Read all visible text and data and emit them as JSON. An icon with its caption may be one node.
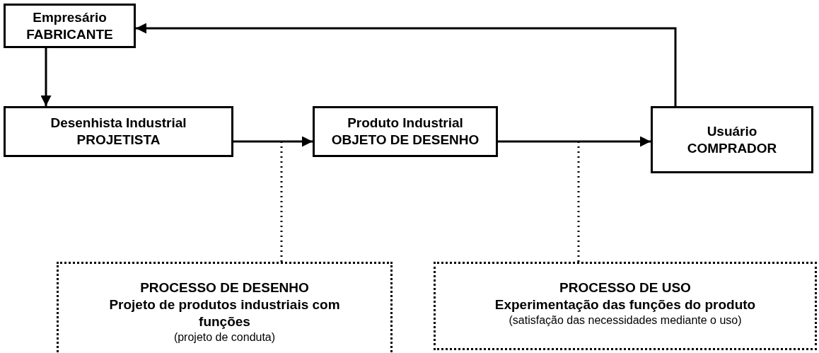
{
  "diagram": {
    "nodes": [
      {
        "text": [
          "Empresário FABRICANTE"
        ]
      },
      {
        "text": [
          "Desenhista Industrial PROJETISTA"
        ]
      },
      {
        "text": [
          "Produto Industrial OBJETO DE DESENHO"
        ]
      },
      {
        "text": [
          "Usuário COMPRADOR"
        ]
      },
      {
        "text": [
          "PROCESSO DE DESENHO",
          "Projeto de produtos industriais com funções",
          "(projeto de conduta)"
        ]
      },
      {
        "text": [
          "PROCESSO DE USO",
          "Experimentação das funções do produto",
          "(satisfação das necessidades mediante o uso)"
        ]
      }
    ],
    "edges": [
      {
        "from": 0,
        "to": 1,
        "arrow": "to"
      },
      {
        "from": 1,
        "to": 2,
        "arrow": "to"
      },
      {
        "from": 2,
        "to": 3,
        "arrow": "to"
      },
      {
        "from": 3,
        "to": 0,
        "arrow": "to"
      },
      {
        "from": 4,
        "to": null,
        "arrow": "none",
        "style": "dashed"
      },
      {
        "from": 5,
        "to": null,
        "arrow": "none",
        "style": "dashed"
      }
    ]
  }
}
